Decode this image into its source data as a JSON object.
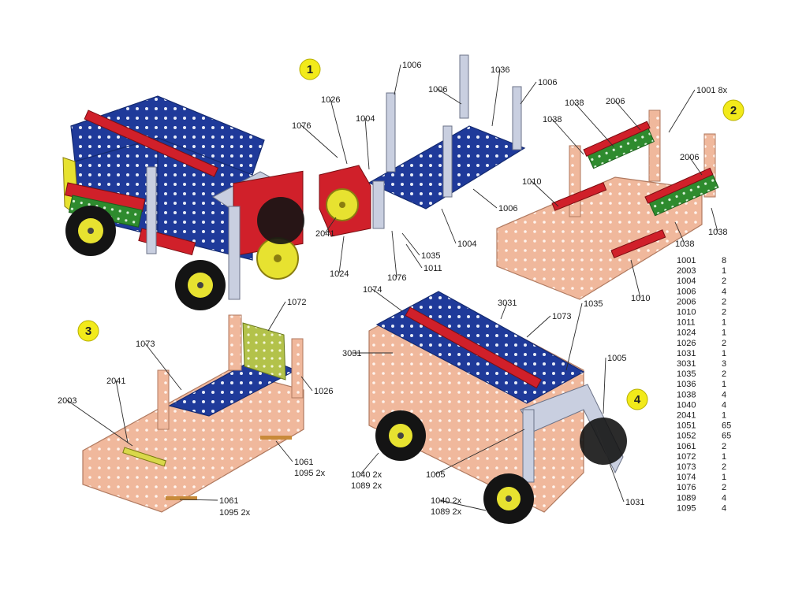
{
  "colors": {
    "blue_plate": "#1f3a9a",
    "red_strip": "#d0202a",
    "green_plate": "#2e8b2e",
    "silver_strip": "#c9cfe0",
    "copper_part": "#f0b89c",
    "yellow_wheel": "#e7e230",
    "tire": "#141414",
    "step_badge": "#f2ea1a"
  },
  "steps": [
    {
      "number": "1"
    },
    {
      "number": "2"
    },
    {
      "number": "3"
    },
    {
      "number": "4"
    }
  ],
  "labels": {
    "step1": [
      "1006",
      "1036",
      "1006",
      "1006",
      "1026",
      "1076",
      "1004",
      "2041",
      "1024",
      "1076",
      "1035",
      "1011",
      "1004",
      "1006"
    ],
    "step2": [
      "1001 8x",
      "2006",
      "1038",
      "1038",
      "1010",
      "2006",
      "1038",
      "1038",
      "1010"
    ],
    "step3": [
      "1072",
      "1073",
      "1026",
      "2041",
      "2003",
      "1061",
      "1095 2x",
      "1061",
      "1095 2x"
    ],
    "step4": [
      "1074",
      "3031",
      "1073",
      "1035",
      "3031",
      "1005",
      "1040 2x",
      "1089 2x",
      "1005",
      "1031",
      "1040 2x",
      "1089 2x"
    ]
  },
  "parts_table": [
    {
      "part": "1001",
      "qty": "8"
    },
    {
      "part": "2003",
      "qty": "1"
    },
    {
      "part": "1004",
      "qty": "2"
    },
    {
      "part": "1006",
      "qty": "4"
    },
    {
      "part": "2006",
      "qty": "2"
    },
    {
      "part": "1010",
      "qty": "2"
    },
    {
      "part": "1011",
      "qty": "1"
    },
    {
      "part": "1024",
      "qty": "1"
    },
    {
      "part": "1026",
      "qty": "2"
    },
    {
      "part": "1031",
      "qty": "1"
    },
    {
      "part": "3031",
      "qty": "3"
    },
    {
      "part": "1035",
      "qty": "2"
    },
    {
      "part": "1036",
      "qty": "1"
    },
    {
      "part": "1038",
      "qty": "4"
    },
    {
      "part": "1040",
      "qty": "4"
    },
    {
      "part": "2041",
      "qty": "1"
    },
    {
      "part": "1051",
      "qty": "65"
    },
    {
      "part": "1052",
      "qty": "65"
    },
    {
      "part": "1061",
      "qty": "2"
    },
    {
      "part": "1072",
      "qty": "1"
    },
    {
      "part": "1073",
      "qty": "2"
    },
    {
      "part": "1074",
      "qty": "1"
    },
    {
      "part": "1076",
      "qty": "2"
    },
    {
      "part": "1089",
      "qty": "4"
    },
    {
      "part": "1095",
      "qty": "4"
    }
  ]
}
